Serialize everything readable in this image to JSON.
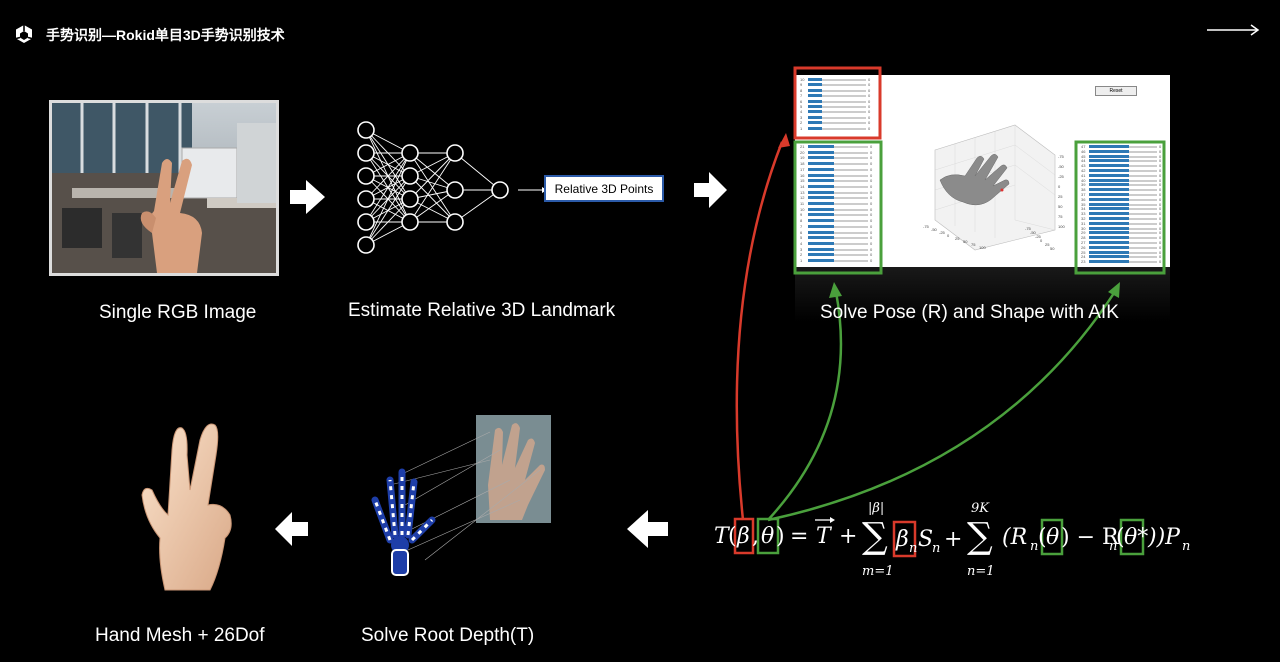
{
  "header": {
    "title": "手势识别—Rokid单目3D手势识别技术",
    "logo_icon": "unity-cube-icon",
    "next_icon": "long-right-arrow-icon"
  },
  "captions": {
    "rgb": "Single RGB Image",
    "landmark": "Estimate Relative 3D Landmark",
    "aik": "Solve Pose (R) and Shape with AIK",
    "mesh": "Hand Mesh  + 26Dof",
    "root": "Solve Root Depth(T)"
  },
  "network": {
    "output_label": "Relative 3D Points"
  },
  "aik_panel": {
    "reset_label": "Reset",
    "left_top_labels": [
      "10",
      "9",
      "8",
      "7",
      "6",
      "5",
      "4",
      "3",
      "2",
      "1"
    ],
    "left_bottom_labels": [
      "21",
      "20",
      "19",
      "18",
      "17",
      "16",
      "15",
      "14",
      "13",
      "12",
      "11",
      "10",
      "9",
      "8",
      "7",
      "6",
      "5",
      "4",
      "3",
      "2",
      "1"
    ],
    "right_labels": [
      "47",
      "46",
      "45",
      "44",
      "43",
      "42",
      "41",
      "40",
      "39",
      "38",
      "37",
      "36",
      "35",
      "34",
      "33",
      "32",
      "31",
      "30",
      "29",
      "28",
      "27",
      "26",
      "25",
      "24",
      "23"
    ],
    "slider_value": "0",
    "axis_ticks_z": [
      "-75",
      "-50",
      "-25",
      "0",
      "25",
      "50",
      "75",
      "100"
    ],
    "axis_ticks_x": [
      "-75",
      "-50",
      "-25",
      "0",
      "25",
      "50",
      "75",
      "100"
    ],
    "axis_ticks_y": [
      "-75",
      "-50",
      "-25",
      "0",
      "25",
      "50"
    ]
  },
  "colors": {
    "background": "#000000",
    "highlight_red": "#d93a2b",
    "highlight_green": "#4aa03c",
    "slider_blue": "#2e79b5",
    "text": "#ffffff"
  },
  "formula": {
    "lhs": "T(β,θ) = ",
    "t_vec": "T",
    "plus": "+",
    "sum1_top": "|β|",
    "sum1_bottom": "m=1",
    "beta_n": "β",
    "sub_n": "n",
    "s_n": "S",
    "sum2_top": "9K",
    "sum2_bottom": "n=1",
    "r_open": "(R",
    "theta": "θ",
    "minus": ") − R",
    "theta_star": "θ*",
    "close": "))P"
  }
}
